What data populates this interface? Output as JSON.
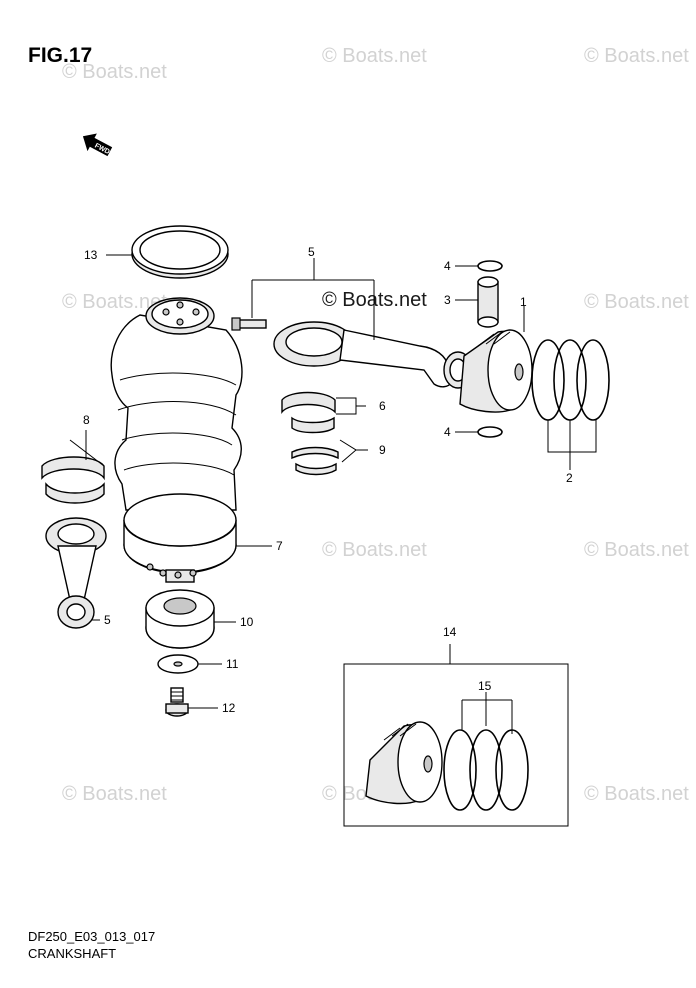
{
  "figure": {
    "title": "FIG.17",
    "code": "DF250_E03_013_017",
    "name": "CRANKSHAFT",
    "direction_label": "FWD"
  },
  "watermark": {
    "text": "© Boats.net",
    "color": "#d2d2d2"
  },
  "callouts": [
    "1",
    "2",
    "3",
    "4",
    "4",
    "5",
    "5",
    "6",
    "7",
    "8",
    "9",
    "10",
    "11",
    "12",
    "13",
    "14",
    "15"
  ],
  "icons": [
    "fwd-arrow-icon"
  ]
}
